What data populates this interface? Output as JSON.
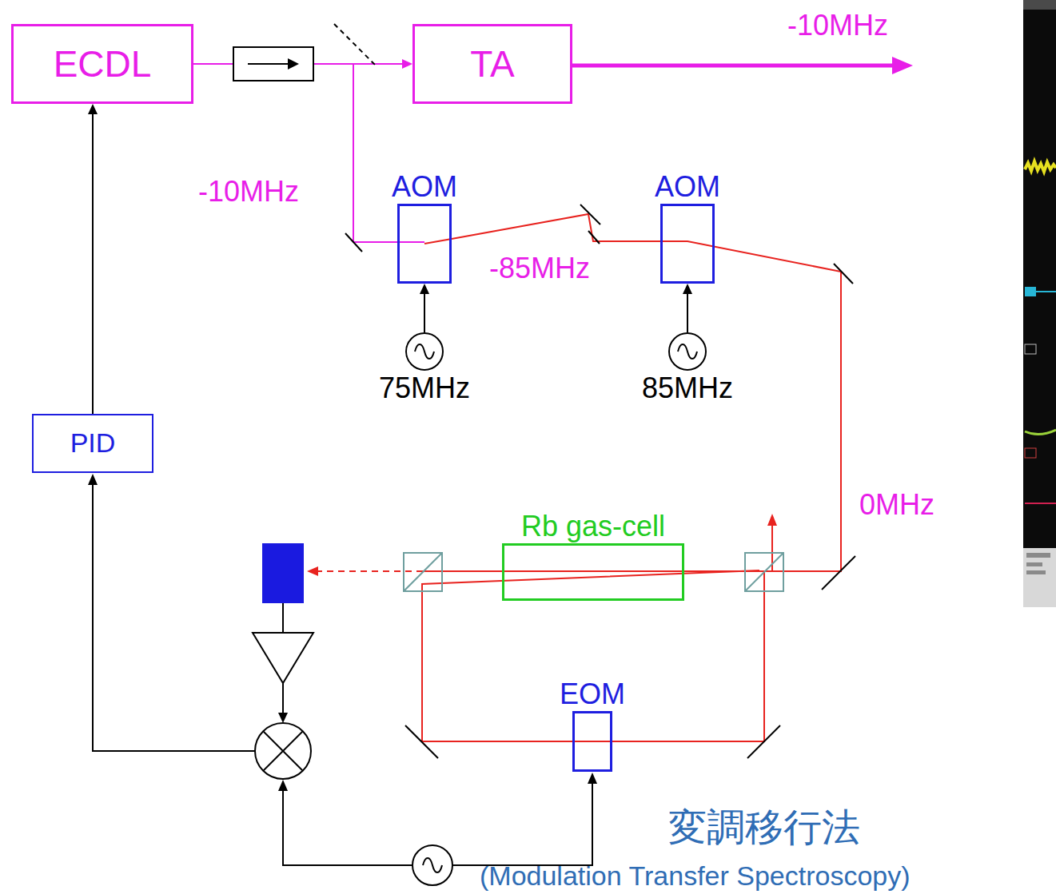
{
  "diagram": {
    "nodes": [
      {
        "text": [
          "ECDL"
        ]
      },
      {
        "text": [
          "TA"
        ]
      },
      {
        "text": [
          "AOM"
        ]
      },
      {
        "text": [
          "AOM"
        ]
      },
      {
        "text": [
          "75MHz"
        ]
      },
      {
        "text": [
          "85MHz"
        ]
      },
      {
        "text": [
          "PID"
        ]
      },
      {
        "text": [
          "Rb gas-cell"
        ]
      },
      {
        "text": [
          "EOM"
        ]
      }
    ],
    "edges": [
      {
        "from": 0,
        "to": 1,
        "arrow": "to"
      },
      {
        "from": 2,
        "to": 3,
        "arrow": "none"
      },
      {
        "from": 4,
        "to": 2,
        "arrow": "to"
      },
      {
        "from": 5,
        "to": 3,
        "arrow": "to"
      },
      {
        "from": 6,
        "to": 0,
        "arrow": "to"
      }
    ],
    "labels": [
      "-10MHz",
      "-10MHz",
      "-85MHz",
      "0MHz",
      "変調移行法",
      "(Modulation Transfer Spectroscopy)"
    ]
  }
}
